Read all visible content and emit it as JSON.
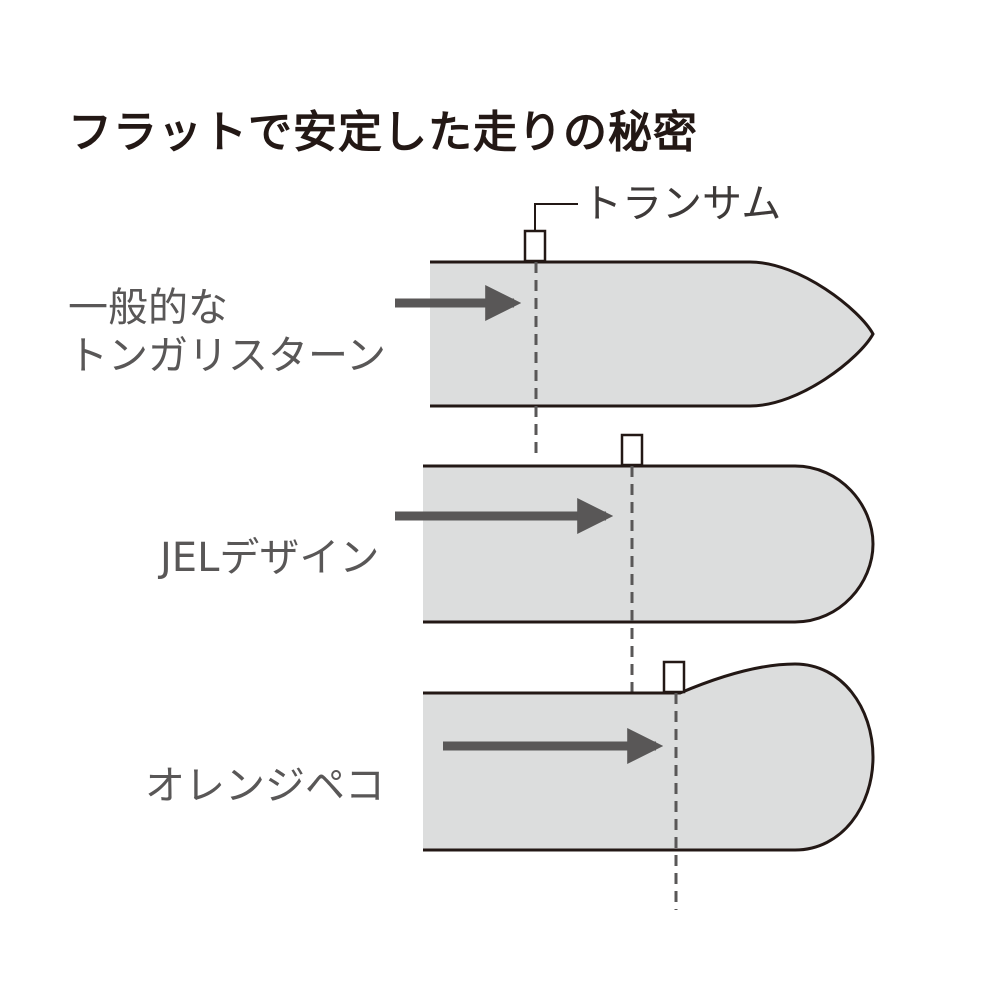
{
  "title": "フラットで安定した走りの秘密",
  "callout_label": "トランサム",
  "designs": [
    {
      "label_lines": [
        "一般的な",
        "トンガリスターン"
      ]
    },
    {
      "label_lines": [
        "JELデザイン"
      ]
    },
    {
      "label_lines": [
        "オレンジペコ"
      ]
    }
  ],
  "colors": {
    "hull_fill": "#dcdddd",
    "outline": "#231815",
    "arrow": "#595757",
    "dashed_line": "#595757",
    "label_text": "#595757",
    "title_text": "#231815"
  }
}
